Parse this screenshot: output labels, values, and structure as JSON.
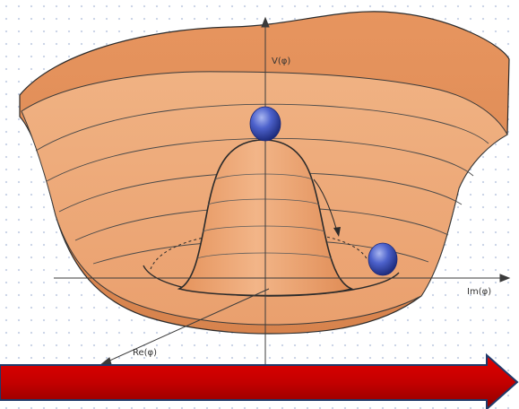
{
  "diagram": {
    "axis_labels": {
      "vertical": "V(φ)",
      "imaginary": "Im(φ)",
      "real": "Re(φ)"
    },
    "colors": {
      "surface": "#eaa06e",
      "surface_dark": "#cf7f4b",
      "outline": "#2b2b2b",
      "ball": "#4a5fc7",
      "arrow": "#c80000",
      "arrow_outline": "#1f3a6b"
    },
    "elements": [
      "mexican-hat-potential-surface",
      "ball-on-peak",
      "ball-in-trough",
      "roll-down-path",
      "progress-arrow"
    ]
  }
}
